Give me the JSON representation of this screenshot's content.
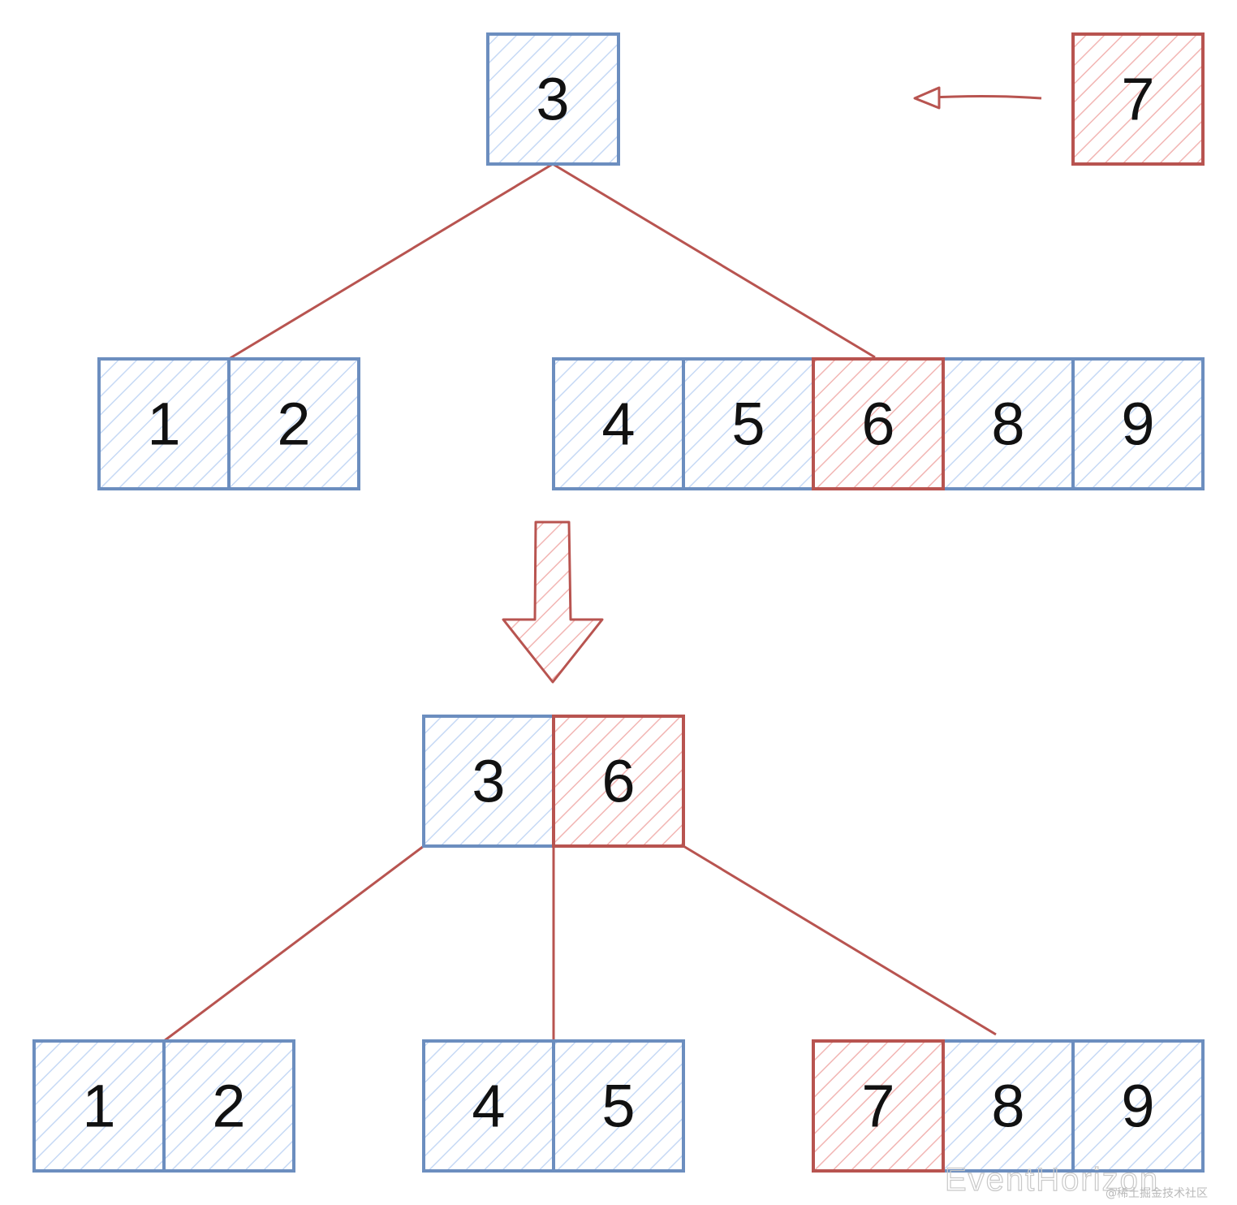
{
  "colors": {
    "blue_stroke": "#6c8ebf",
    "blue_fill": "#dae8fc",
    "red_stroke": "#b85450",
    "red_fill": "#f8cecc",
    "edge": "#b85450"
  },
  "top_tree": {
    "root": {
      "keys": [
        "3"
      ]
    },
    "incoming": {
      "key": "7"
    },
    "leaves": [
      {
        "keys": [
          "1",
          "2"
        ]
      },
      {
        "keys": [
          "4",
          "5",
          "6",
          "8",
          "9"
        ],
        "highlight": "6"
      }
    ]
  },
  "bottom_tree": {
    "root": {
      "keys": [
        "3",
        "6"
      ],
      "highlight": "6"
    },
    "leaves": [
      {
        "keys": [
          "1",
          "2"
        ]
      },
      {
        "keys": [
          "4",
          "5"
        ]
      },
      {
        "keys": [
          "7",
          "8",
          "9"
        ],
        "highlight": "7"
      }
    ]
  },
  "watermark": {
    "text": "EventHorizon",
    "platform": "@稀土掘金技术社区"
  }
}
